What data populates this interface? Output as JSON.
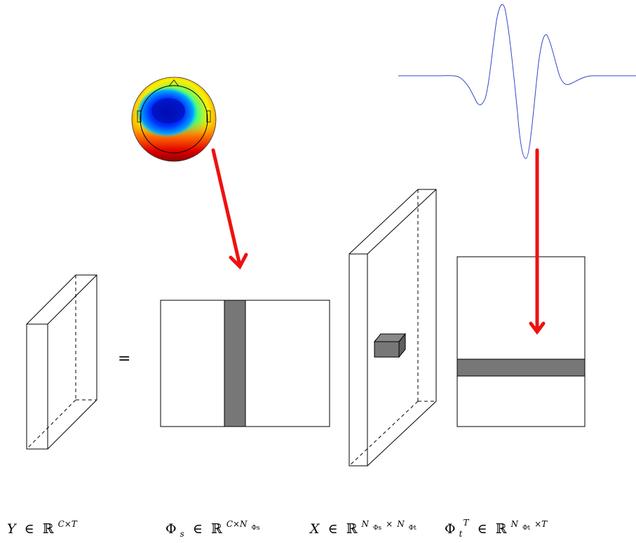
{
  "equation": {
    "equals_sign": "=",
    "labels": {
      "Y": {
        "symbol": "Y",
        "relation": "∈",
        "space": "ℝ",
        "exponent": "C×T"
      },
      "Phi_s": {
        "symbol": "Φ",
        "subscript": "s",
        "relation": "∈",
        "space": "ℝ",
        "exponent_pre": "C×N",
        "exponent_sub": "Φs"
      },
      "X": {
        "symbol": "X",
        "relation": "∈",
        "space": "ℝ",
        "exponent_a": "N",
        "exponent_a_sub": "Φs",
        "times": "×",
        "exponent_b": "N",
        "exponent_b_sub": "Φt"
      },
      "Phi_t_T": {
        "symbol": "Φ",
        "subscript": "t",
        "superscript": "T",
        "relation": "∈",
        "space": "ℝ",
        "exponent_pre": "N",
        "exponent_sub": "Φt",
        "exponent_post": "×T"
      }
    }
  },
  "colors": {
    "arrow": "#ee1111",
    "waveform": "#3344cc",
    "highlight": "#777777",
    "outline": "#000000"
  },
  "icons": [
    "scalp-topography-map",
    "temporal-waveform"
  ]
}
